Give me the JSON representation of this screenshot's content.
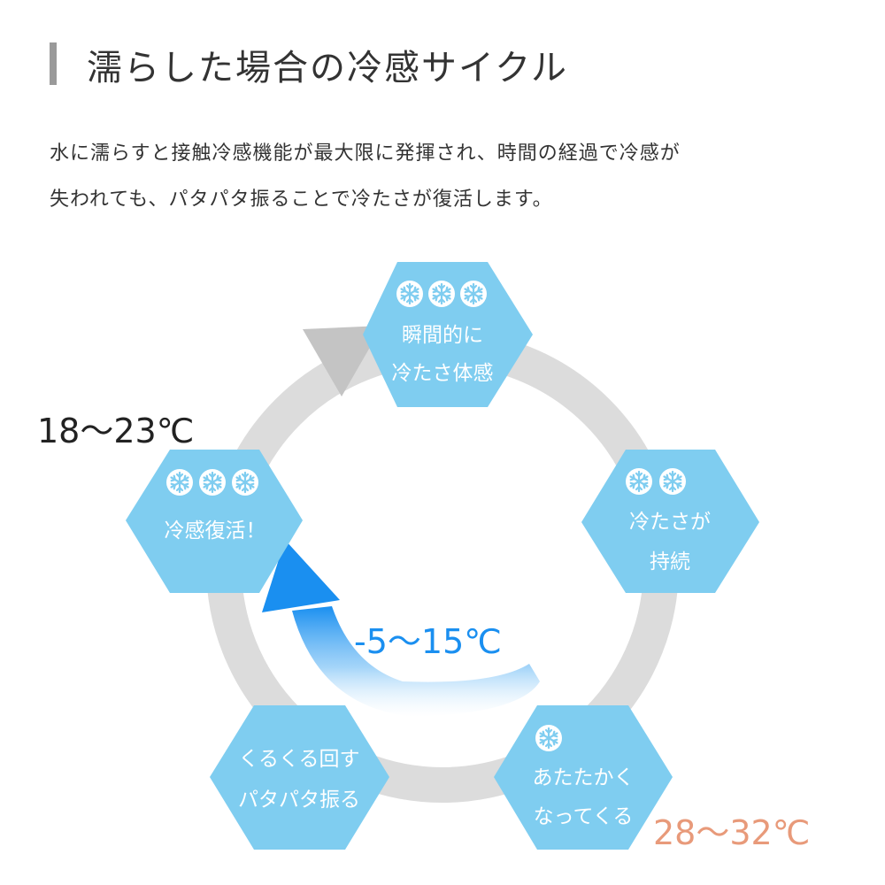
{
  "title": "濡らした場合の冷感サイクル",
  "description": [
    "水に濡らすと接触冷感機能が最大限に発揮され、時間の経過で冷感が",
    "失われても、パタパタ振ることで冷たさが復活します。"
  ],
  "stages": [
    {
      "id": "instant-cool",
      "lines": [
        "瞬間的に",
        "冷たさ体感"
      ],
      "snowflakes": 3
    },
    {
      "id": "cool-continues",
      "lines": [
        "冷たさが",
        "持続"
      ],
      "snowflakes": 2
    },
    {
      "id": "warming-up",
      "lines": [
        "あたたかく",
        "なってくる"
      ],
      "snowflakes": 1
    },
    {
      "id": "spin-flap",
      "lines": [
        "くるくる回す",
        "パタパタ振る"
      ],
      "snowflakes": 0
    },
    {
      "id": "cool-revived",
      "lines": [
        "冷感復活！"
      ],
      "snowflakes": 3
    }
  ],
  "temperatures": {
    "revived": "18～23℃",
    "drop": "-5～15℃",
    "warm": "28～32℃"
  },
  "colors": {
    "hexagon": "#7fcdf0",
    "ring": "#dcdcdc",
    "arrow_gray": "#c4c4c4",
    "arrow_blue": "#1a8ff0",
    "temp_blue": "#1a8ff0",
    "temp_orange": "#e89a7a",
    "text_dark": "#333333"
  }
}
